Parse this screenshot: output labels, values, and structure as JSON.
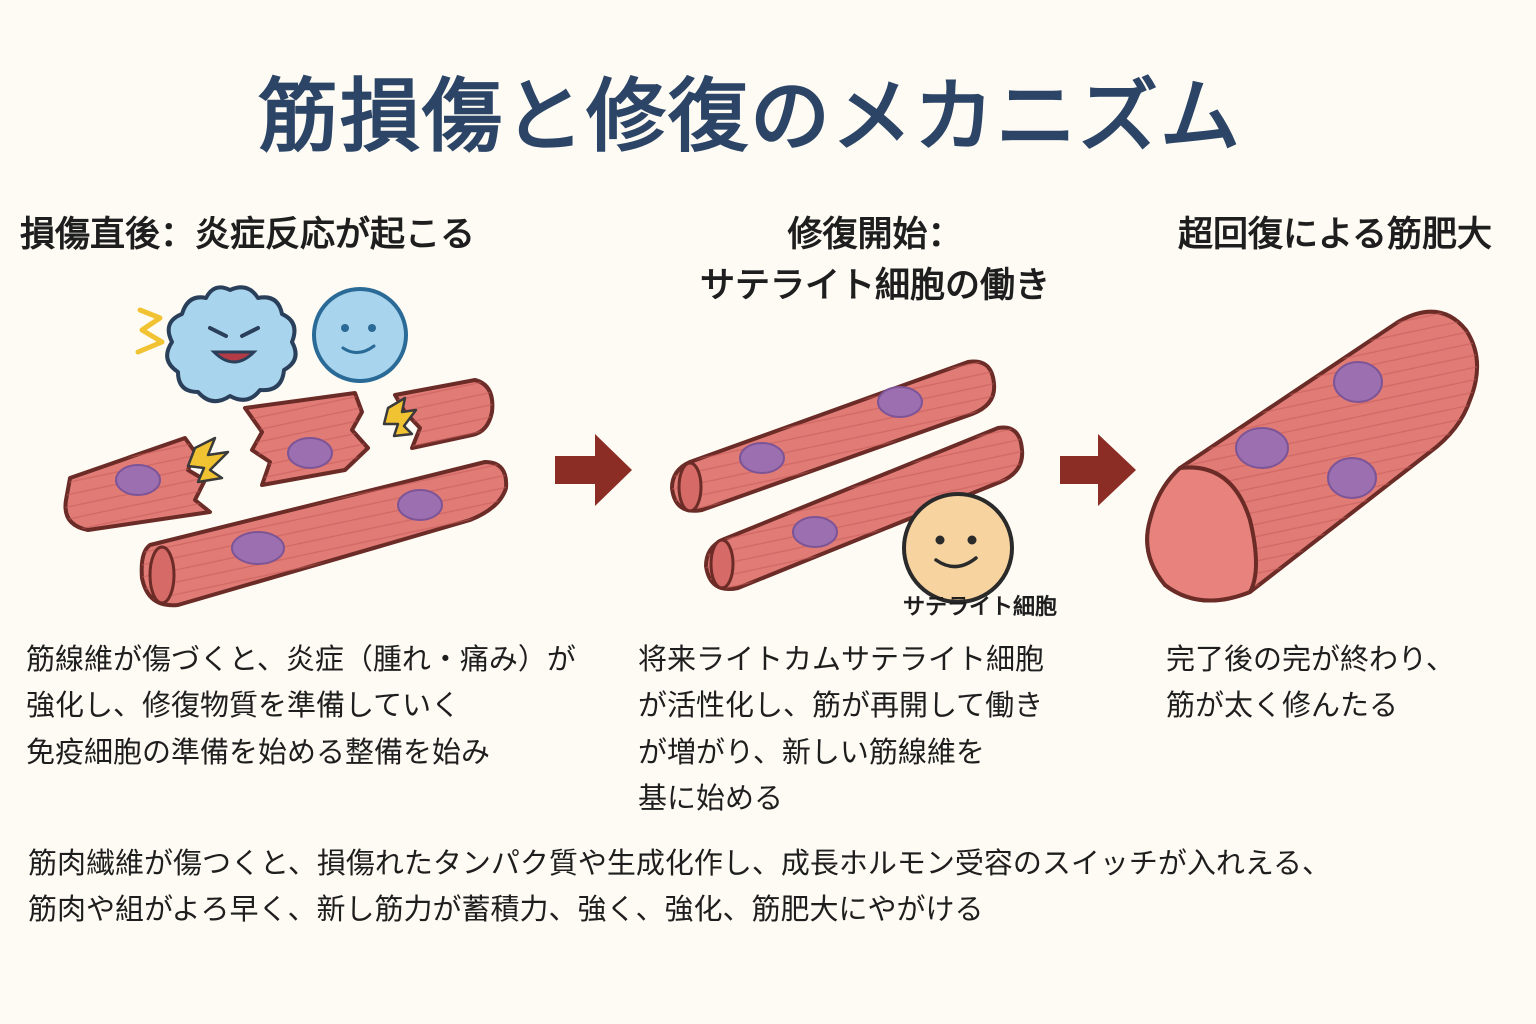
{
  "title": "筋損傷と修復のメカニズム",
  "steps": [
    {
      "title_lines": [
        "損傷直後：炎症反応が起こる"
      ],
      "desc_lines": [
        "筋線維が傷づくと、炎症（腫れ・痛み）が",
        "強化し、修復物質を準備していく",
        "免疫細胞の準備を始める整備を始み"
      ]
    },
    {
      "title_lines": [
        "修復開始：",
        "サテライト細胞の働き"
      ],
      "label": "サテライト細胞",
      "desc_lines": [
        "将来ライトカムサテライト細胞",
        "が活性化し、筋が再開して働き",
        "が増がり、新しい筋線維を",
        "基に始める"
      ]
    },
    {
      "title_lines": [
        "超回復による筋肥大"
      ],
      "desc_lines": [
        "完了後の完が終わり、",
        "筋が太く修んたる"
      ]
    }
  ],
  "summary_lines": [
    "筋肉繊維が傷つくと、損傷れたタンパク質や生成化作し、成長ホルモン受容のスイッチが入れえる、",
    "筋肉や組がよろ早く、新し筋力が蓄積力、強く、強化、筋肥大にやがける"
  ],
  "colors": {
    "title": "#2c4566",
    "muscle": "#e07b76",
    "muscle_stroke": "#6b2b26",
    "nucleus": "#9b6fb0",
    "arrow": "#8b2d24",
    "immune_blue": "#a9d4ee",
    "satellite": "#f7d3a0",
    "spark": "#f1c232"
  }
}
